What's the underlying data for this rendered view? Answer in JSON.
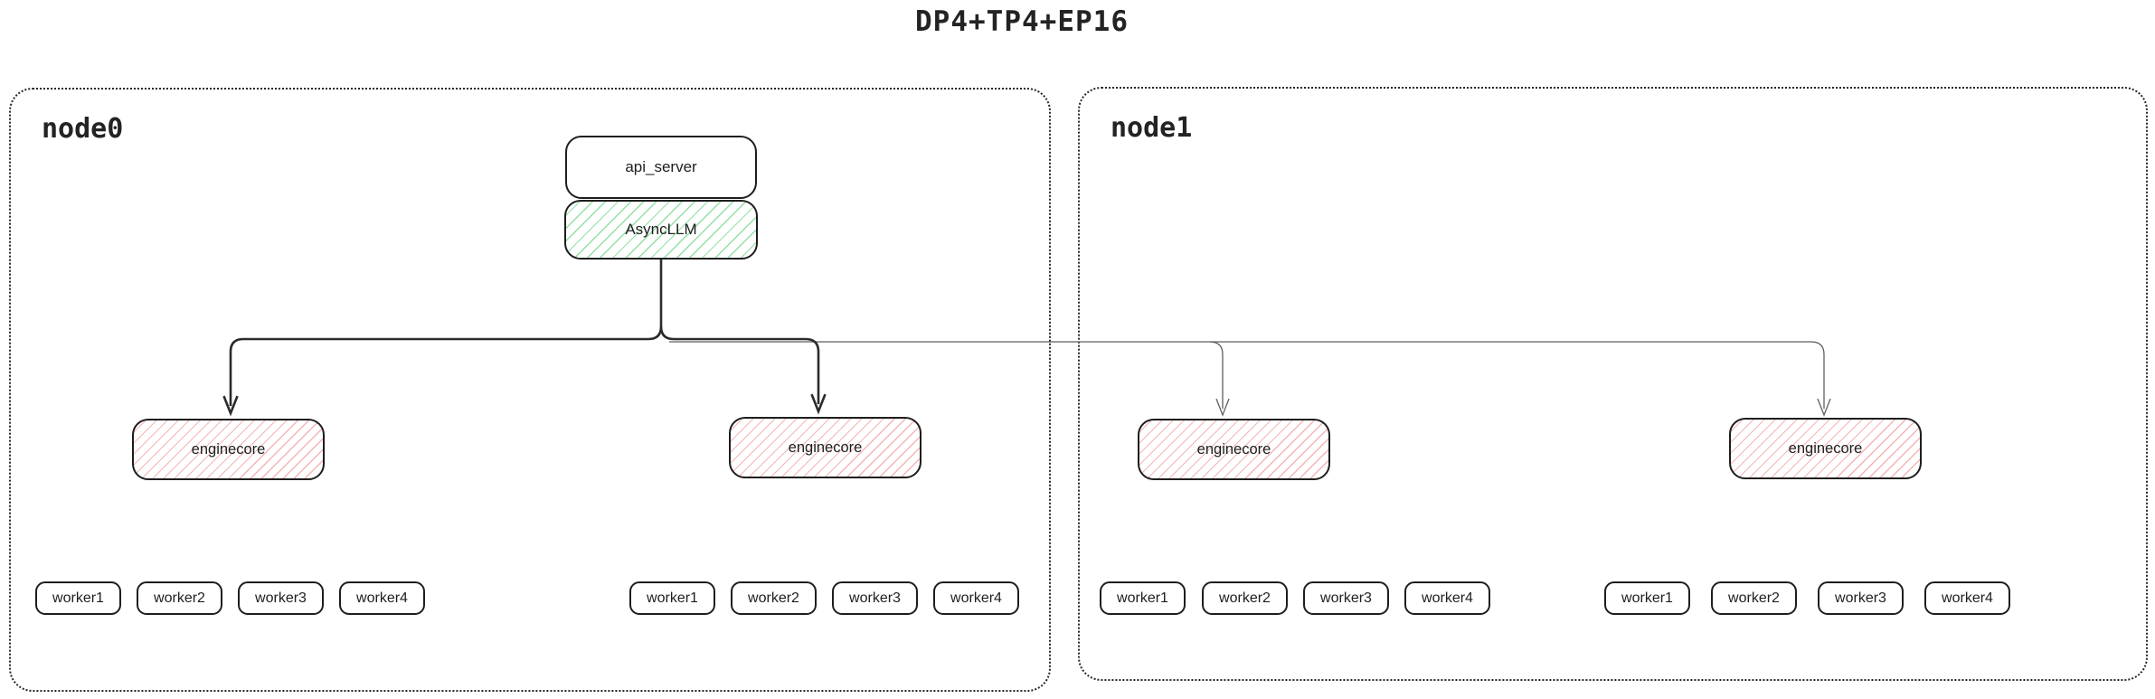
{
  "title": "DP4+TP4+EP16",
  "nodes": [
    {
      "label": "node0"
    },
    {
      "label": "node1"
    }
  ],
  "api_server": {
    "label": "api_server"
  },
  "async_llm": {
    "label": "AsyncLLM"
  },
  "enginecores": [
    {
      "label": "enginecore"
    },
    {
      "label": "enginecore"
    },
    {
      "label": "enginecore"
    },
    {
      "label": "enginecore"
    }
  ],
  "worker_groups": [
    [
      "worker1",
      "worker2",
      "worker3",
      "worker4"
    ],
    [
      "worker1",
      "worker2",
      "worker3",
      "worker4"
    ],
    [
      "worker1",
      "worker2",
      "worker3",
      "worker4"
    ],
    [
      "worker1",
      "worker2",
      "worker3",
      "worker4"
    ]
  ],
  "colors": {
    "shape_stroke": "#1e1e1e",
    "node_border": "#262626",
    "green_hatch": "#93e0a3",
    "red_hatch": "#f3b5b5",
    "thick_arrow": "#2b2b2b",
    "thin_arrow": "#5f5f5f"
  }
}
